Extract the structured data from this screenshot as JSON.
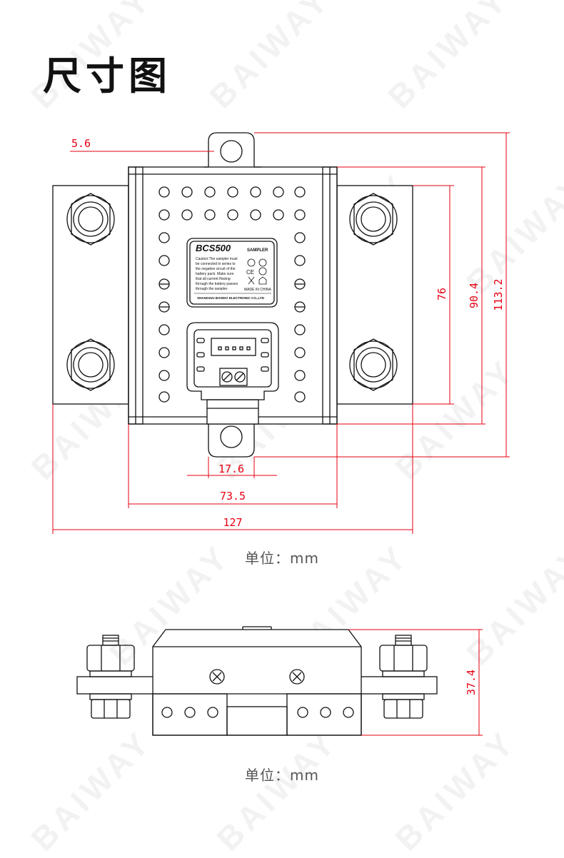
{
  "title": "尺寸图",
  "watermark": "BAIWAY",
  "colors": {
    "dimension": "#e60012",
    "outline": "#111111",
    "watermark": "#f2f2f2"
  },
  "top_view": {
    "dimensions": {
      "tab_offset": "5.6",
      "height_76": "76",
      "height_90_4": "90.4",
      "height_113_2": "113.2",
      "width_17_6": "17.6",
      "width_73_5": "73.5",
      "width_127": "127"
    },
    "label": {
      "model": "BCS500",
      "type": "SAMPLER",
      "caution_lines": [
        "Caution:The sampler must",
        "be connected in series to",
        "the negative circuit of the",
        "battery pack. Make sure",
        "that all current flowing",
        "through the battery passes",
        "through the sampler."
      ],
      "made_in": "MADE IN CHINA",
      "manufacturer": "SHANGHAI BAIWAY ELECTRONIC CO.,LTD"
    },
    "unit_label": "单位：mm"
  },
  "side_view": {
    "dimensions": {
      "height_37_4": "37.4"
    },
    "unit_label": "单位：mm"
  }
}
